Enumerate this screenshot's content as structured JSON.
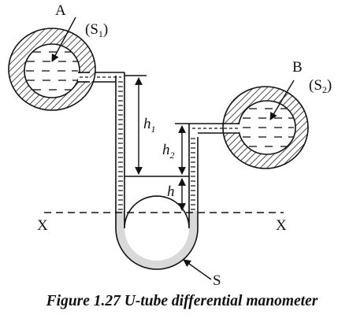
{
  "figure": {
    "caption": "Figure 1.27 U-tube differential manometer"
  },
  "labels": {
    "A": "A",
    "S1_main": "(S",
    "S1_sub": "1",
    "S1_close": ")",
    "B": "B",
    "S2_main": "(S",
    "S2_sub": "2",
    "S2_close": ")",
    "h1_main": "h",
    "h1_sub": "1",
    "h2_main": "h",
    "h2_sub": "2",
    "h": "h",
    "X_left": "X",
    "X_right": "X",
    "S": "S"
  }
}
